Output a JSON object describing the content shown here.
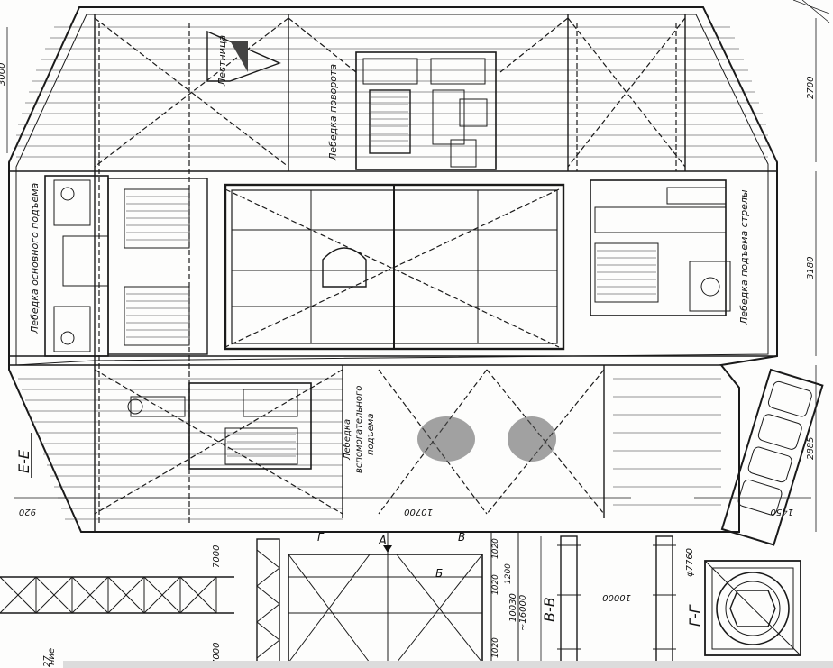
{
  "labels": {
    "lestnica": "Лестница",
    "lebedka_povorota": "Лебедка поворота",
    "lebedka_osn_line1": "Лебедка основного подъема",
    "lebedka_strely": "Лебедка подъема стрелы",
    "lebedka_vspom_line1": "Лебедка",
    "lebedka_vspom_line2": "вспомогательного",
    "lebedka_vspom_line3": "подъема",
    "section_ee": "Е-Е",
    "section_vv": "В-В",
    "section_gg": "Г-Г",
    "arrow_a": "А",
    "arrow_b": "Б",
    "arrow_v": "В",
    "arrow_g": "Г",
    "word_nie": "ние"
  },
  "dimensions": {
    "d3000": "3000",
    "d2700": "2700",
    "d3180": "3180",
    "d2885": "2885",
    "d920": "920",
    "d10700": "10700",
    "d1450": "1450",
    "d7000a": "7000",
    "d7000b": "7000",
    "d10000": "10000",
    "d16000": "~16000",
    "d10030": "10030",
    "d1020a": "1020",
    "d1020b": "1020",
    "d1020c": "1020",
    "d1200": "1200",
    "d_phi": "φ7760",
    "d27": "27"
  }
}
